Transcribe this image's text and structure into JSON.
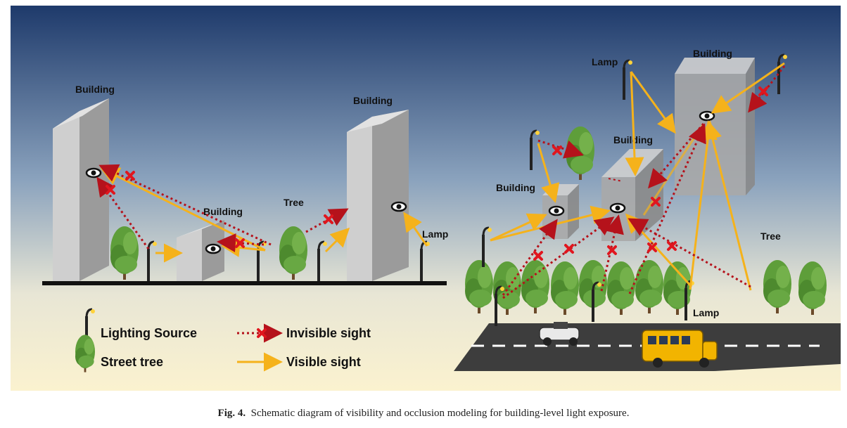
{
  "caption": {
    "label": "Fig. 4.",
    "text": "Schematic diagram of visibility and occlusion modeling for building-level light exposure."
  },
  "labels": {
    "left_building_tall": "Building",
    "left_building_small": "Building",
    "left_tree": "Tree",
    "left_building_right": "Building",
    "left_lamp": "Lamp",
    "right_lamp_top": "Lamp",
    "right_building_top": "Building",
    "right_building_mid": "Building",
    "right_building_small": "Building",
    "right_tree": "Tree",
    "right_lamp_bottom": "Lamp"
  },
  "legend": {
    "lighting_source": "Lighting Source",
    "street_tree": "Street tree",
    "invisible_sight": "Invisible sight",
    "visible_sight": "Visible sight"
  },
  "colors": {
    "visible": "#f5b21b",
    "invisible": "#b5121b",
    "building_front": "#c9c9c9",
    "building_side": "#9a9a9a",
    "tree": "#5e9e3a",
    "road": "#3d3d3d",
    "sky_top": "#1e3a6b",
    "sky_bottom": "#fbf3d4"
  }
}
